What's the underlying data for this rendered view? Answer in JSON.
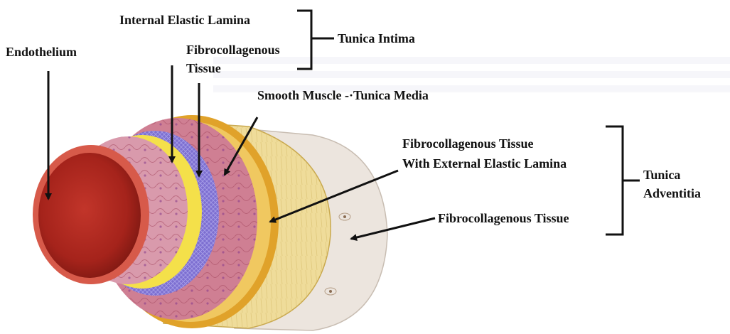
{
  "labels": {
    "endothelium": "Endothelium",
    "internal_elastic_lamina": "Internal Elastic Lamina",
    "fibrocollagenous_intima_1": "Fibrocollagenous",
    "fibrocollagenous_intima_2": "Tissue",
    "tunica_intima": "Tunica Intima",
    "smooth_muscle": "Smooth Muscle -·Tunica Media",
    "external_elastic_1": "Fibrocollagenous Tissue",
    "external_elastic_2": "With External Elastic Lamina",
    "tunica_adventitia_1": "Tunica",
    "tunica_adventitia_2": "Adventitia",
    "fibrocollagenous_outer": "Fibrocollagenous Tissue"
  },
  "colors": {
    "lumen": "#b2281f",
    "lumen_rim": "#d75a4a",
    "endothelium": "#c3374a",
    "intima_pink": "#d99aac",
    "internal_elastic": "#f4e04a",
    "media_purple": "#7d6fd1",
    "media_pink": "#cf7f93",
    "external_elastic": "#e0a22a",
    "adventitia_yellow": "#efdc9a",
    "outer_tissue": "#ece5de",
    "arrow": "#111111",
    "stripes": "#f6f6fa"
  }
}
